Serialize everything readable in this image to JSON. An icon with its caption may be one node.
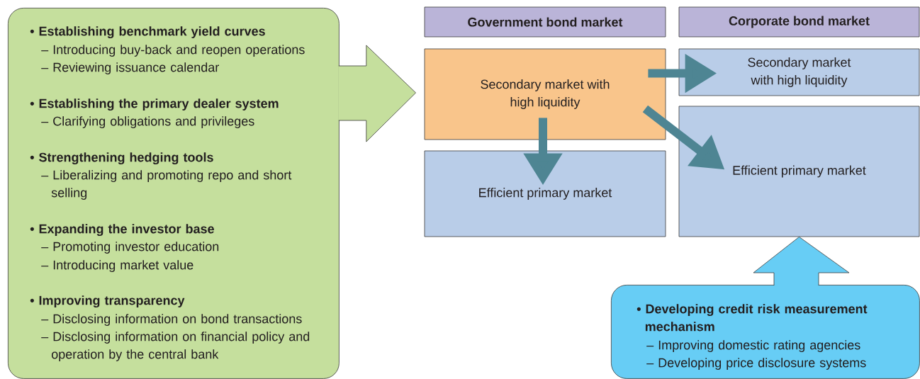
{
  "diagram": {
    "nodes": [
      {
        "text": [
          "• Establishing benchmark yield curves",
          "– Introducing buy-back and reopen operations",
          "– Reviewing issuance calendar",
          "• Establishing the primary dealer system",
          "– Clarifying obligations and privileges",
          "• Strengthening hedging tools",
          "– Liberalizing and promoting repo and short selling",
          "• Expanding the investor base",
          "– Promoting investor education",
          "– Introducing market value",
          "• Improving transparency",
          "– Disclosing information on bond transactions",
          "– Disclosing information on financial policy and operation by the central bank"
        ]
      },
      {
        "text": [
          "Government bond market"
        ]
      },
      {
        "text": [
          "Corporate bond market"
        ]
      },
      {
        "text": [
          "Secondary market with high liquidity"
        ]
      },
      {
        "text": [
          "Efficient primary market"
        ]
      },
      {
        "text": [
          "Secondary market with high liquidity"
        ]
      },
      {
        "text": [
          "Efficient primary market"
        ]
      },
      {
        "text": [
          "• Developing credit risk measurement mechanism",
          "– Improving domestic rating agencies",
          "– Developing price disclosure systems"
        ]
      }
    ],
    "edges": [
      {
        "from": 0,
        "to": 3,
        "arrow": "to",
        "color": "#c5df9d"
      },
      {
        "from": 3,
        "to": 5,
        "arrow": "to"
      },
      {
        "from": 3,
        "to": 4,
        "arrow": "to"
      },
      {
        "from": 3,
        "to": 6,
        "arrow": "to"
      },
      {
        "from": 7,
        "to": 6,
        "arrow": "to",
        "color": "#67cdf5"
      }
    ]
  }
}
